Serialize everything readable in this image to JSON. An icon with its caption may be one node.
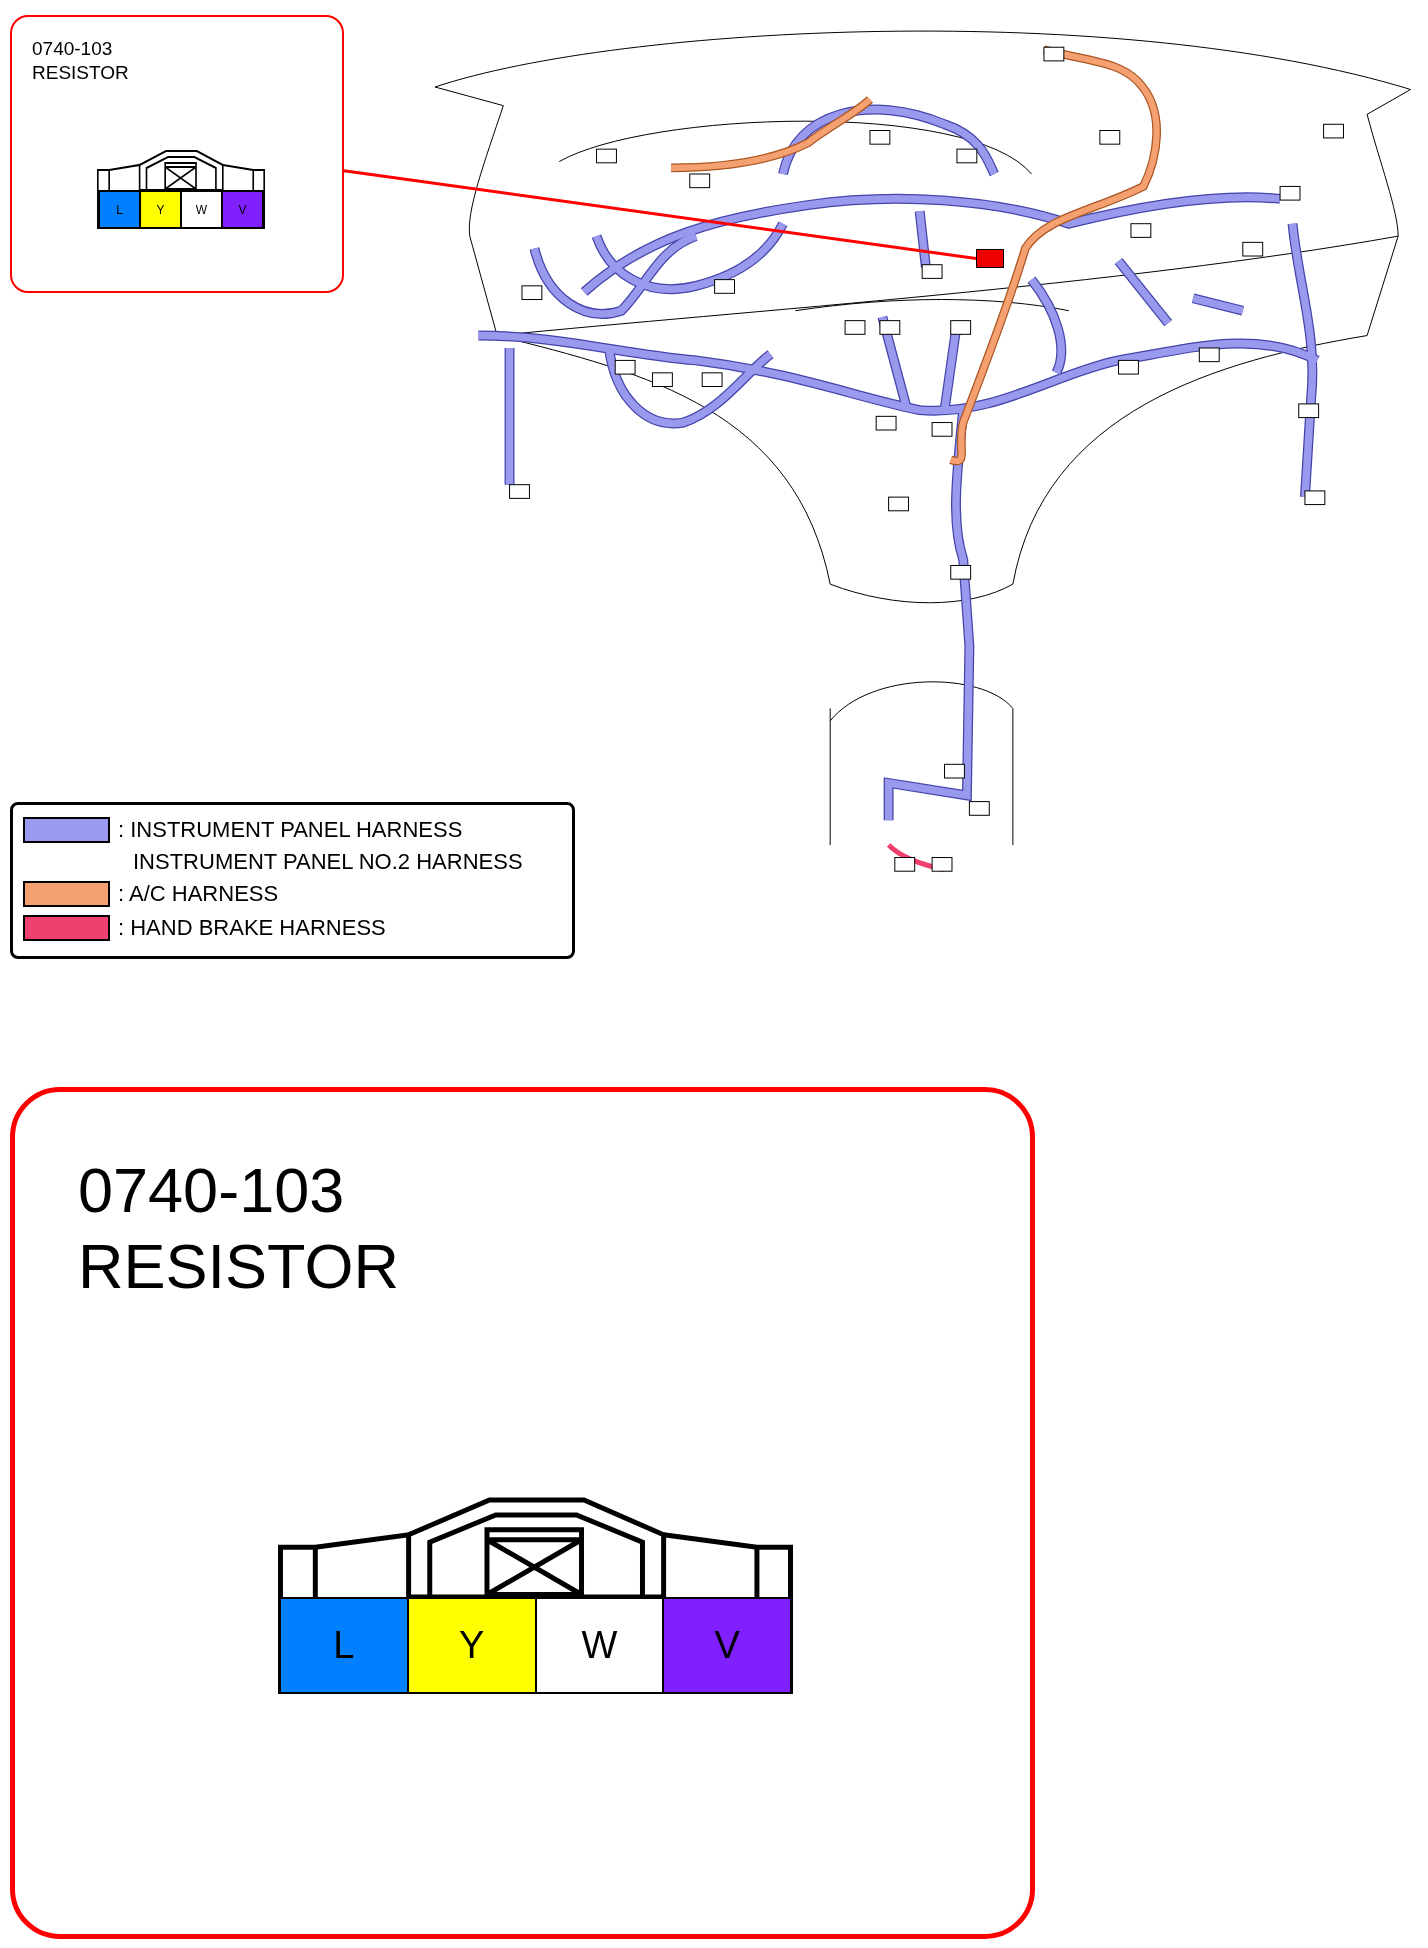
{
  "diagram": {
    "nodes": [
      {
        "text": [
          "0740-103 RESISTOR"
        ]
      },
      {
        "text": [
          "L"
        ],
        "in": 0
      },
      {
        "text": [
          "Y"
        ],
        "in": 0
      },
      {
        "text": [
          "W"
        ],
        "in": 0
      },
      {
        "text": [
          "V"
        ],
        "in": 0
      },
      {
        "text": [],
        "shape": "box"
      },
      {
        "text": [
          "0740-103 RESISTOR"
        ]
      },
      {
        "text": [
          "L"
        ],
        "in": 6
      },
      {
        "text": [
          "Y"
        ],
        "in": 6
      },
      {
        "text": [
          "W"
        ],
        "in": 6
      },
      {
        "text": [
          "V"
        ],
        "in": 6
      }
    ],
    "edges": [
      {
        "from": 0,
        "to": 5,
        "arrow": "none",
        "color": "#ff0000"
      }
    ],
    "labels": [
      "INSTRUMENT PANEL NO.2 HARNESS"
    ],
    "legend": [
      {
        "text": ": INSTRUMENT PANEL HARNESS",
        "color": "#9999ee"
      },
      {
        "text": ": A/C HARNESS",
        "color": "#f5a070"
      },
      {
        "text": ": HAND BRAKE HARNESS",
        "color": "#f04070"
      }
    ]
  }
}
